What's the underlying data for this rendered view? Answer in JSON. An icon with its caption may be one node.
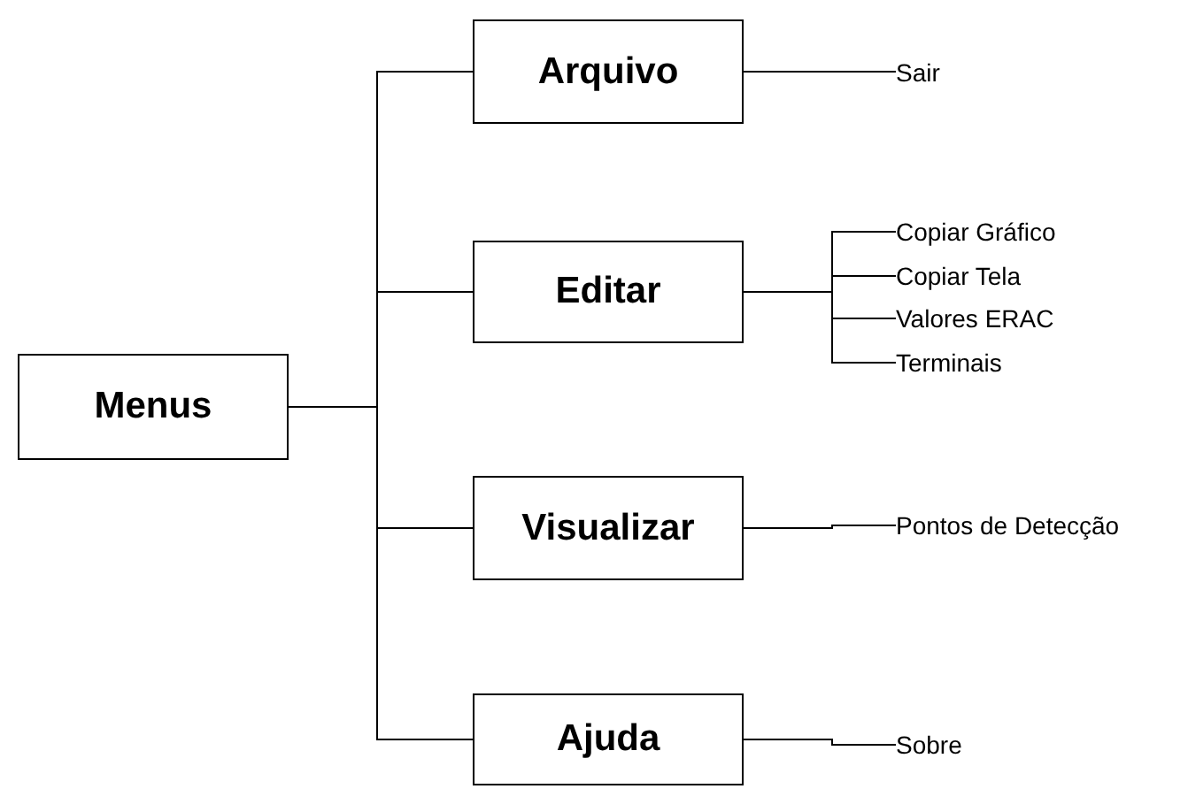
{
  "diagram": {
    "nodes": [
      {
        "text": [
          "Menus"
        ]
      },
      {
        "text": [
          "Arquivo"
        ]
      },
      {
        "text": [
          "Editar"
        ]
      },
      {
        "text": [
          "Visualizar"
        ]
      },
      {
        "text": [
          "Ajuda"
        ]
      },
      {
        "text": [
          "Sair"
        ]
      },
      {
        "text": [
          "Copiar Gráfico"
        ]
      },
      {
        "text": [
          "Copiar Tela"
        ]
      },
      {
        "text": [
          "Valores ERAC"
        ]
      },
      {
        "text": [
          "Terminais"
        ]
      },
      {
        "text": [
          "Pontos de Detecção"
        ]
      },
      {
        "text": [
          "Sobre"
        ]
      }
    ],
    "edges": [
      {
        "from": 0,
        "to": 1,
        "arrow": "none"
      },
      {
        "from": 0,
        "to": 2,
        "arrow": "none"
      },
      {
        "from": 0,
        "to": 3,
        "arrow": "none"
      },
      {
        "from": 0,
        "to": 4,
        "arrow": "none"
      },
      {
        "from": 1,
        "to": 5,
        "arrow": "none"
      },
      {
        "from": 2,
        "to": 6,
        "arrow": "none"
      },
      {
        "from": 2,
        "to": 7,
        "arrow": "none"
      },
      {
        "from": 2,
        "to": 8,
        "arrow": "none"
      },
      {
        "from": 2,
        "to": 9,
        "arrow": "none"
      },
      {
        "from": 3,
        "to": 10,
        "arrow": "none"
      },
      {
        "from": 4,
        "to": 11,
        "arrow": "none"
      }
    ]
  }
}
